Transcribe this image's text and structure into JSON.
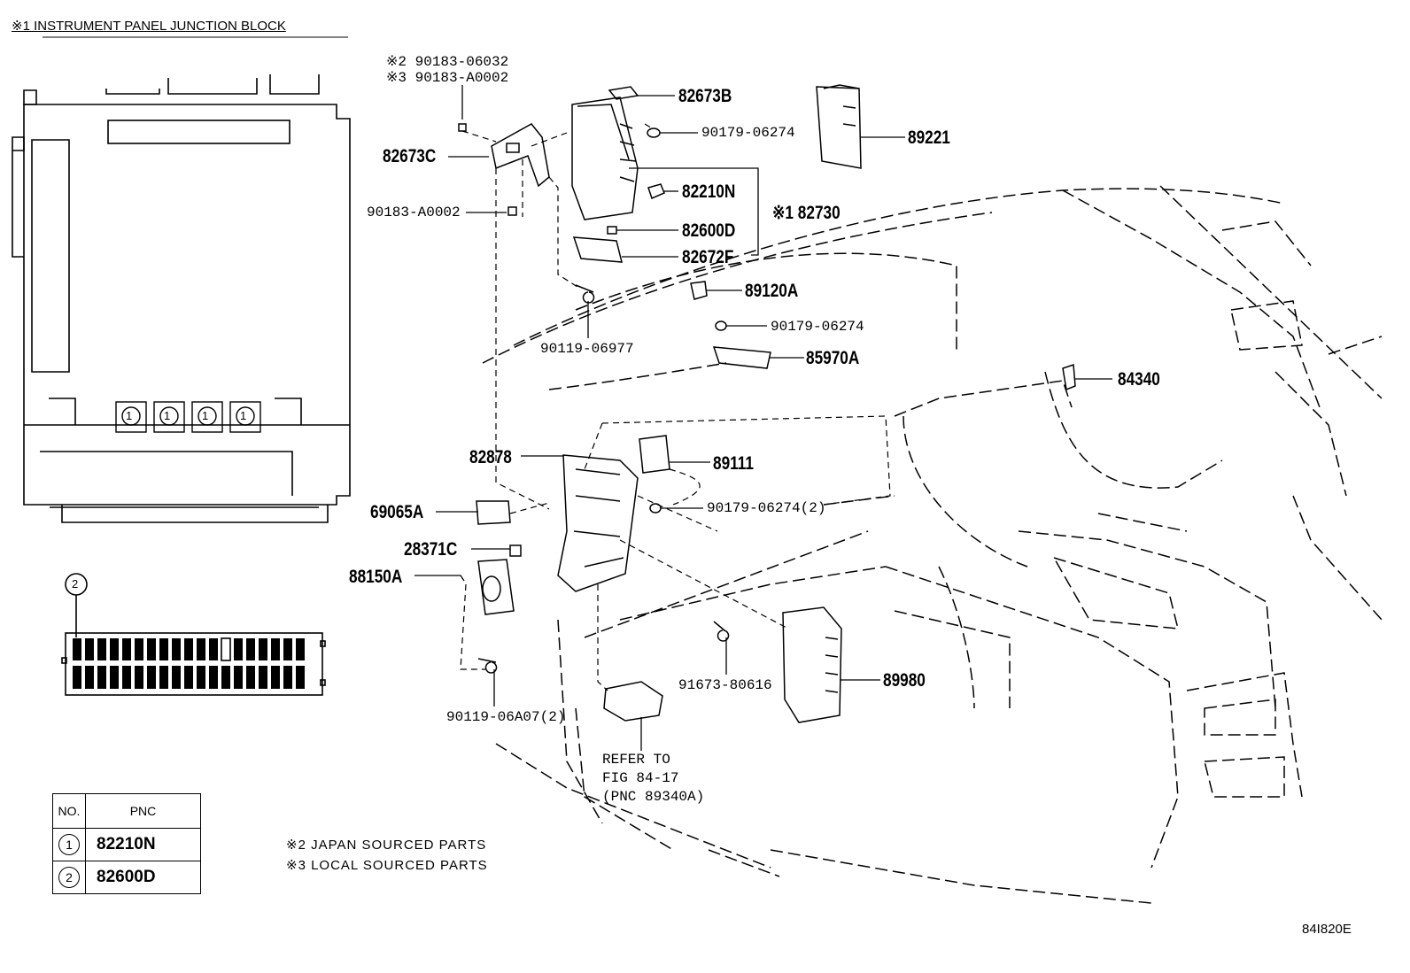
{
  "header": "※1 INSTRUMENT PANEL JUNCTION BLOCK",
  "callouts": {
    "note2_90183_06032": "※2 90183-06032",
    "note3_90183_A0002": "※3 90183-A0002",
    "p82673B": "82673B",
    "p90179_06274_top": "90179-06274",
    "p89221": "89221",
    "p82673C": "82673C",
    "p82210N": "82210N",
    "p82730": "※1 82730",
    "p90183_A0002": "90183-A0002",
    "p82600D": "82600D",
    "p82672F": "82672F",
    "p89120A": "89120A",
    "p90179_06274_mid": "90179-06274",
    "p90119_06977": "90119-06977",
    "p85970A": "85970A",
    "p84340": "84340",
    "p82878": "82878",
    "p89111": "89111",
    "p69065A": "69065A",
    "p90179_06274_2": "90179-06274(2)",
    "p28371C": "28371C",
    "p88150A": "88150A",
    "p91673_80616": "91673-80616",
    "p89980": "89980",
    "p90119_06A07": "90119-06A07(2)",
    "refer1": "REFER TO",
    "refer2": "FIG 84-17",
    "refer3": "(PNC 89340A)"
  },
  "junction_block": {
    "circle_marks": [
      "1",
      "1",
      "1",
      "1"
    ],
    "fuse_callout": "2"
  },
  "pnc_table": {
    "headers": [
      "NO.",
      "PNC"
    ],
    "rows": [
      {
        "no": "1",
        "pnc": "82210N"
      },
      {
        "no": "2",
        "pnc": "82600D"
      }
    ]
  },
  "notes": {
    "japan": "※2 JAPAN SOURCED PARTS",
    "local": "※3 LOCAL SOURCED PARTS"
  },
  "figure_id": "84I820E"
}
